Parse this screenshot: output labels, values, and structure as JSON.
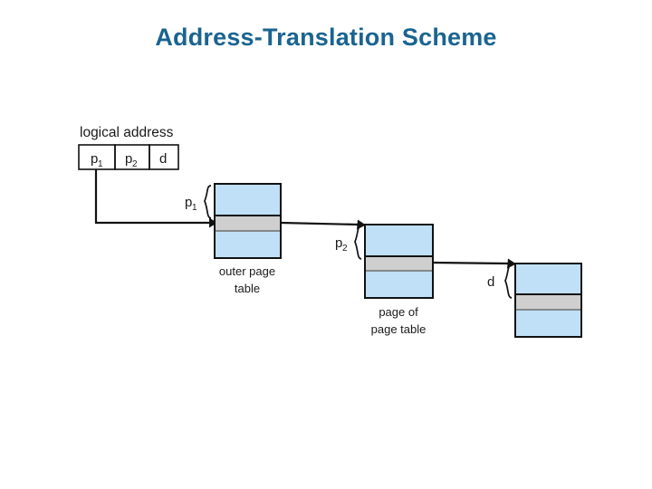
{
  "slide": {
    "title": "Address-Translation Scheme",
    "title_color": "#1a6490",
    "background_color": "#ffffff"
  },
  "diagram": {
    "type": "two-level-paging-address-translation",
    "colors": {
      "cell_gray": "#cccccc",
      "frame_blue": "#bfe0f7",
      "band_gray": "#cfcfcf",
      "outline": "#121212",
      "text": "#1a1a1a"
    },
    "logical_address": {
      "caption": "logical address",
      "fields": [
        {
          "name": "p1",
          "base": "p",
          "sub": "1"
        },
        {
          "name": "p2",
          "base": "p",
          "sub": "2"
        },
        {
          "name": "d",
          "base": "d",
          "sub": ""
        }
      ]
    },
    "tables": [
      {
        "id": "outer-page-table",
        "caption_line1": "outer page",
        "caption_line2": "table",
        "index_label_base": "p",
        "index_label_sub": "1"
      },
      {
        "id": "page-of-page-table",
        "caption_line1": "page of",
        "caption_line2": "page table",
        "index_label_base": "p",
        "index_label_sub": "2"
      },
      {
        "id": "memory-frame",
        "caption_line1": "",
        "caption_line2": "",
        "index_label_base": "d",
        "index_label_sub": ""
      }
    ],
    "arrows": [
      {
        "from": "logical-address-p1",
        "to": "outer-page-table-entry"
      },
      {
        "from": "outer-page-table-entry",
        "to": "page-of-page-table-top"
      },
      {
        "from": "page-of-page-table-entry",
        "to": "memory-frame-top"
      }
    ]
  }
}
